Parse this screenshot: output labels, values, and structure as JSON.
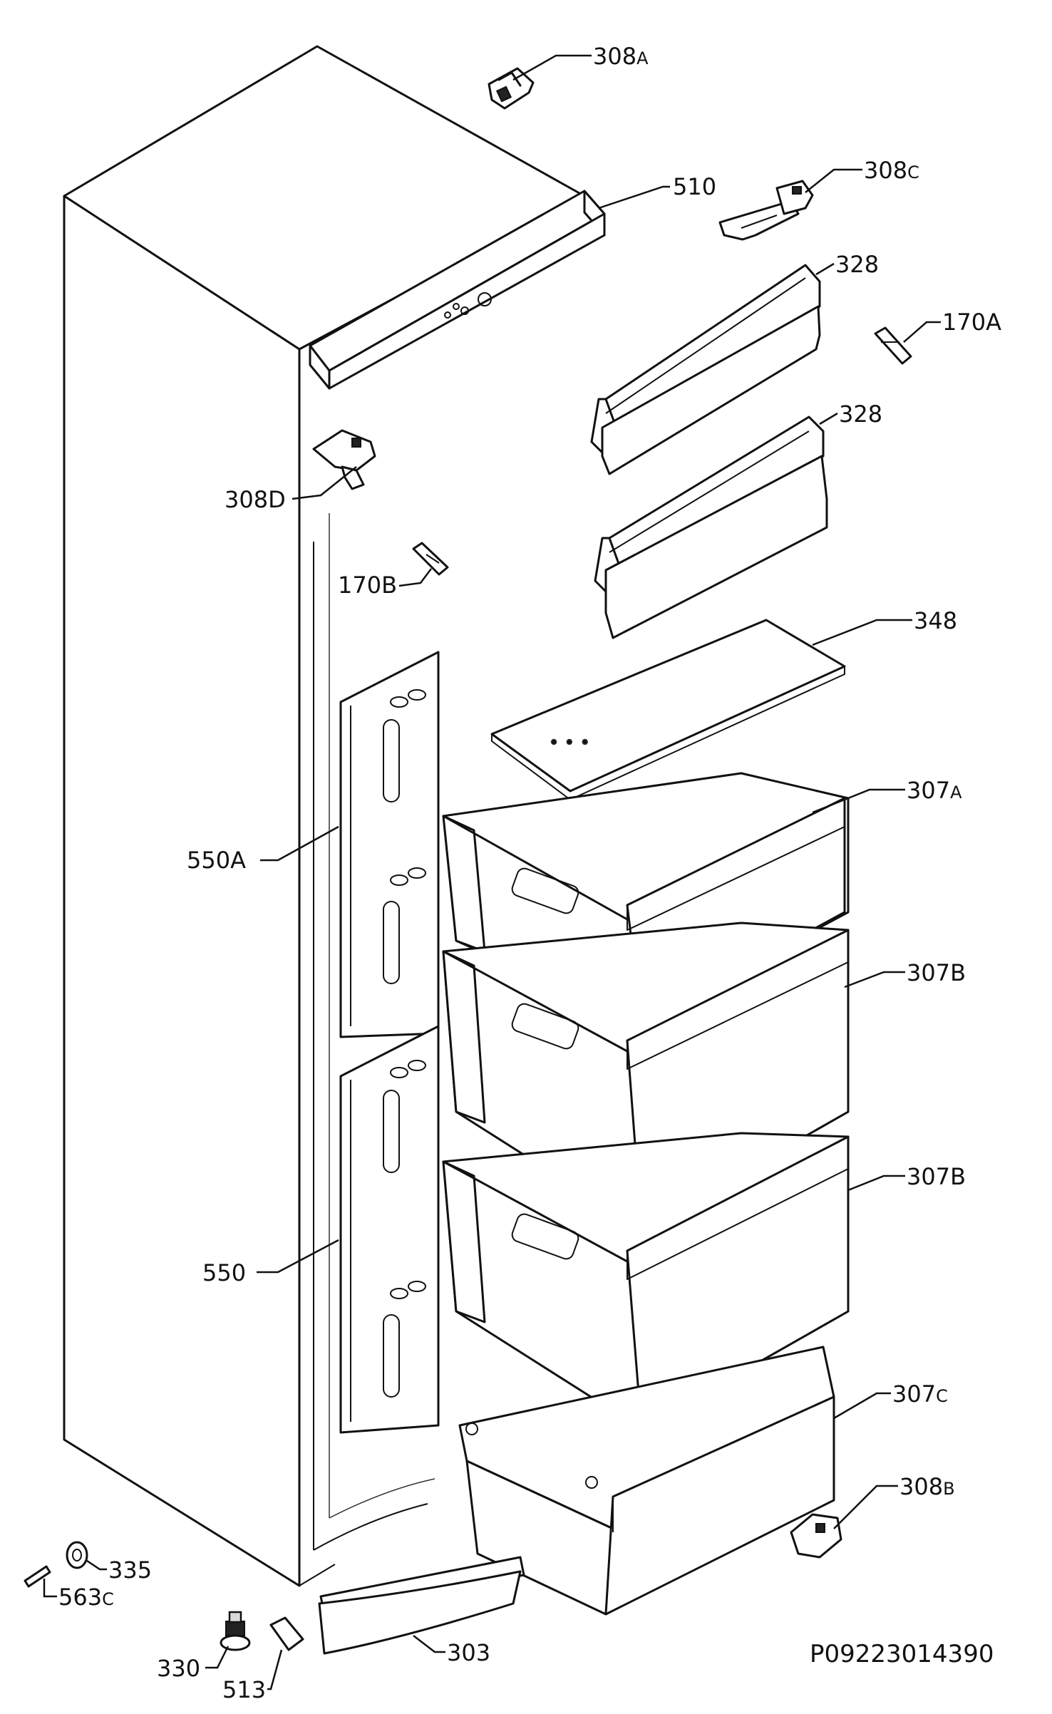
{
  "drawing_code": "P09223014390",
  "parts": {
    "hinge_top": {
      "num": "308",
      "suffix": "A"
    },
    "control_panel": {
      "num": "510",
      "suffix": ""
    },
    "hinge_top_right": {
      "num": "308",
      "suffix": "C"
    },
    "shelf_front_upper": {
      "num": "328",
      "suffix": ""
    },
    "shelf_front_lower": {
      "num": "328",
      "suffix": ""
    },
    "clip_right": {
      "num": "170A",
      "suffix": ""
    },
    "hinge_door": {
      "num": "308D",
      "suffix": ""
    },
    "clip_left": {
      "num": "170B",
      "suffix": ""
    },
    "glass_shelf": {
      "num": "348",
      "suffix": ""
    },
    "drawer_top": {
      "num": "307",
      "suffix": "A"
    },
    "door_flap_upper": {
      "num": "550A",
      "suffix": ""
    },
    "drawer_middle": {
      "num": "307B",
      "suffix": ""
    },
    "drawer_lower": {
      "num": "307B",
      "suffix": ""
    },
    "door_flap_lower": {
      "num": "550",
      "suffix": ""
    },
    "drawer_bottom": {
      "num": "307",
      "suffix": "C"
    },
    "hinge_bottom": {
      "num": "308",
      "suffix": "B"
    },
    "foot_cap": {
      "num": "335",
      "suffix": ""
    },
    "pin": {
      "num": "563",
      "suffix": "C"
    },
    "plinth": {
      "num": "303",
      "suffix": ""
    },
    "adjustable_foot": {
      "num": "330",
      "suffix": ""
    },
    "bracket": {
      "num": "513",
      "suffix": ""
    }
  }
}
